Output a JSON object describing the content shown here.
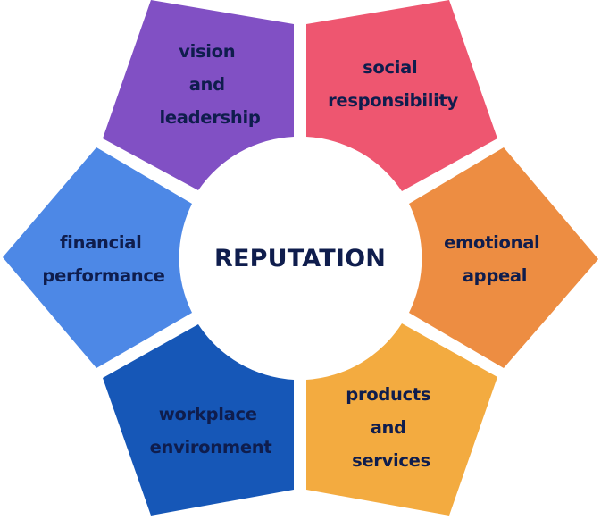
{
  "diagram": {
    "center": {
      "label": "REPUTATION",
      "fill": "#ffffff",
      "text_color": "#0f1d4d"
    },
    "segments": [
      {
        "id": "vision-and-leadership",
        "lines": [
          "vision",
          "and",
          "leadership"
        ],
        "color": "#8150c4"
      },
      {
        "id": "social-responsibility",
        "lines": [
          "social",
          "responsibility"
        ],
        "color": "#ee5670"
      },
      {
        "id": "emotional-appeal",
        "lines": [
          "emotional",
          "appeal"
        ],
        "color": "#ed8d42"
      },
      {
        "id": "products-and-services",
        "lines": [
          "products",
          "and",
          "services"
        ],
        "color": "#f3ab40"
      },
      {
        "id": "workplace-environment",
        "lines": [
          "workplace",
          "environment"
        ],
        "color": "#1657b7"
      },
      {
        "id": "financial-performance",
        "lines": [
          "financial",
          "performance"
        ],
        "color": "#4d88e6"
      }
    ],
    "text_color": "#0f1d4d"
  }
}
